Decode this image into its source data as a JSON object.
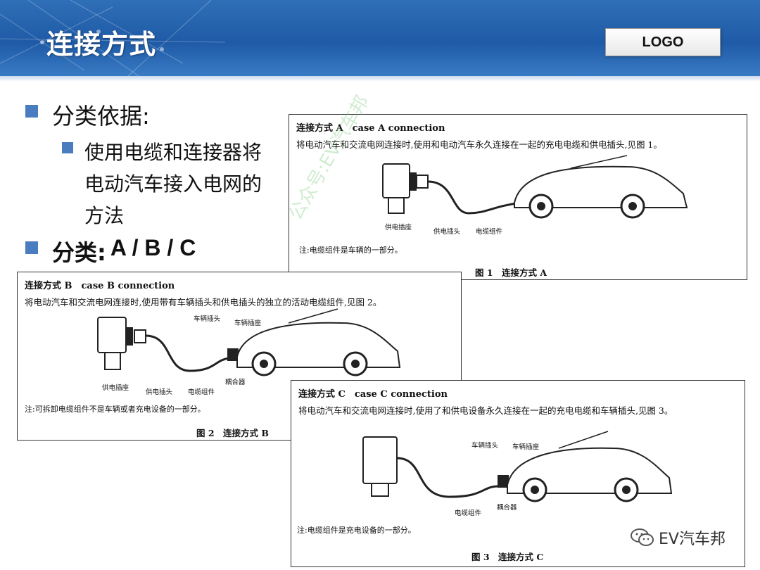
{
  "header": {
    "title": "连接方式",
    "logo": "LOGO"
  },
  "bullets": {
    "basis": "分类依据:",
    "basis_detail": "使用电缆和连接器将电动汽车接入电网的方法",
    "category_label": "分类:",
    "category_values": "A / B / C"
  },
  "case_a": {
    "title": "连接方式 A　case A connection",
    "desc": "将电动汽车和交流电网连接时,使用和电动汽车永久连接在一起的充电电缆和供电插头,见图 1。",
    "labels": [
      "供电插座",
      "供电插头",
      "电缆组件"
    ],
    "note": "注:电缆组件是车辆的一部分。",
    "figure": "图 1　连接方式 A"
  },
  "case_b": {
    "title": "连接方式 B　case B connection",
    "desc": "将电动汽车和交流电网连接时,使用带有车辆插头和供电插头的独立的活动电缆组件,见图 2。",
    "labels": [
      "车辆插头",
      "车辆插座",
      "耦合器",
      "供电插座",
      "供电插头",
      "电缆组件"
    ],
    "note": "注:可拆卸电缆组件不是车辆或者充电设备的一部分。",
    "figure": "图 2　连接方式 B"
  },
  "case_c": {
    "title": "连接方式 C　case C connection",
    "desc": "将电动汽车和交流电网连接时,使用了和供电设备永久连接在一起的充电电缆和车辆插头,见图 3。",
    "labels": [
      "车辆插头",
      "车辆插座",
      "电缆组件",
      "耦合器"
    ],
    "note": "注:电缆组件是充电设备的一部分。",
    "figure": "图 3　连接方式 C"
  },
  "watermark": "公众号:EV汽车邦",
  "footer": {
    "brand": "EV汽车邦"
  },
  "icons": {
    "brand_icon": "wechat-icon"
  },
  "colors": {
    "header": "#1f5aa6",
    "bullet": "#4a7cc0",
    "watermark": "#78c878"
  }
}
